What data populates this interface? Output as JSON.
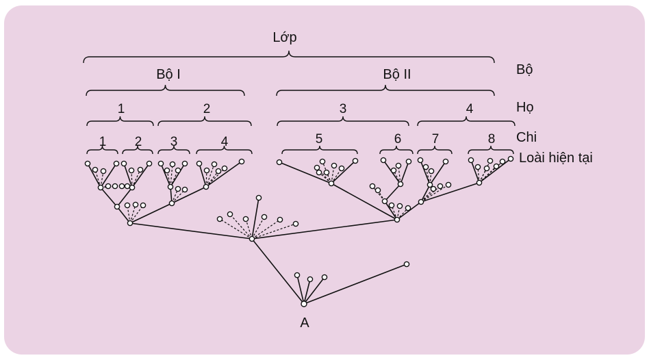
{
  "colors": {
    "background": "#EBD3E4",
    "ink": "#111111"
  },
  "diagram": {
    "title": "Lớp",
    "ranks": {
      "order": "Bộ",
      "family": "Họ",
      "genus": "Chi",
      "species": "Loài hiện tại"
    },
    "orders": [
      "Bộ I",
      "Bộ II"
    ],
    "families": [
      "1",
      "2",
      "3",
      "4"
    ],
    "genera": [
      "1",
      "2",
      "3",
      "4",
      "5",
      "6",
      "7",
      "8"
    ],
    "ancestor": "A"
  }
}
